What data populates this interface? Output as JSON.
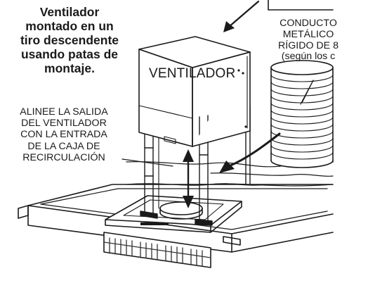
{
  "caption": {
    "title": "Ventilador\nmontado en un\ntiro descendente\nusando patas de\nmontaje.",
    "align_note": "ALINEE LA SALIDA\nDEL VENTILADOR\nCON LA ENTRADA\nDE LA CAJA DE\nRECIRCULACIÓN",
    "fan_label": "VENTILADOR",
    "duct_note": "CONDUCTO\nMETÁLICO\nRÍGIDO DE 8\n(según los c"
  },
  "colors": {
    "line": "#1a1a1a",
    "background": "#ffffff",
    "shade": "#d9d9d9",
    "grille": "#333333"
  }
}
